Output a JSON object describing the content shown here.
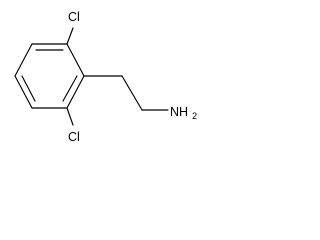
{
  "molecule": {
    "labels": {
      "cl_top": "Cl",
      "cl_bottom": "Cl",
      "amine_main": "NH",
      "amine_sub": "2"
    }
  }
}
